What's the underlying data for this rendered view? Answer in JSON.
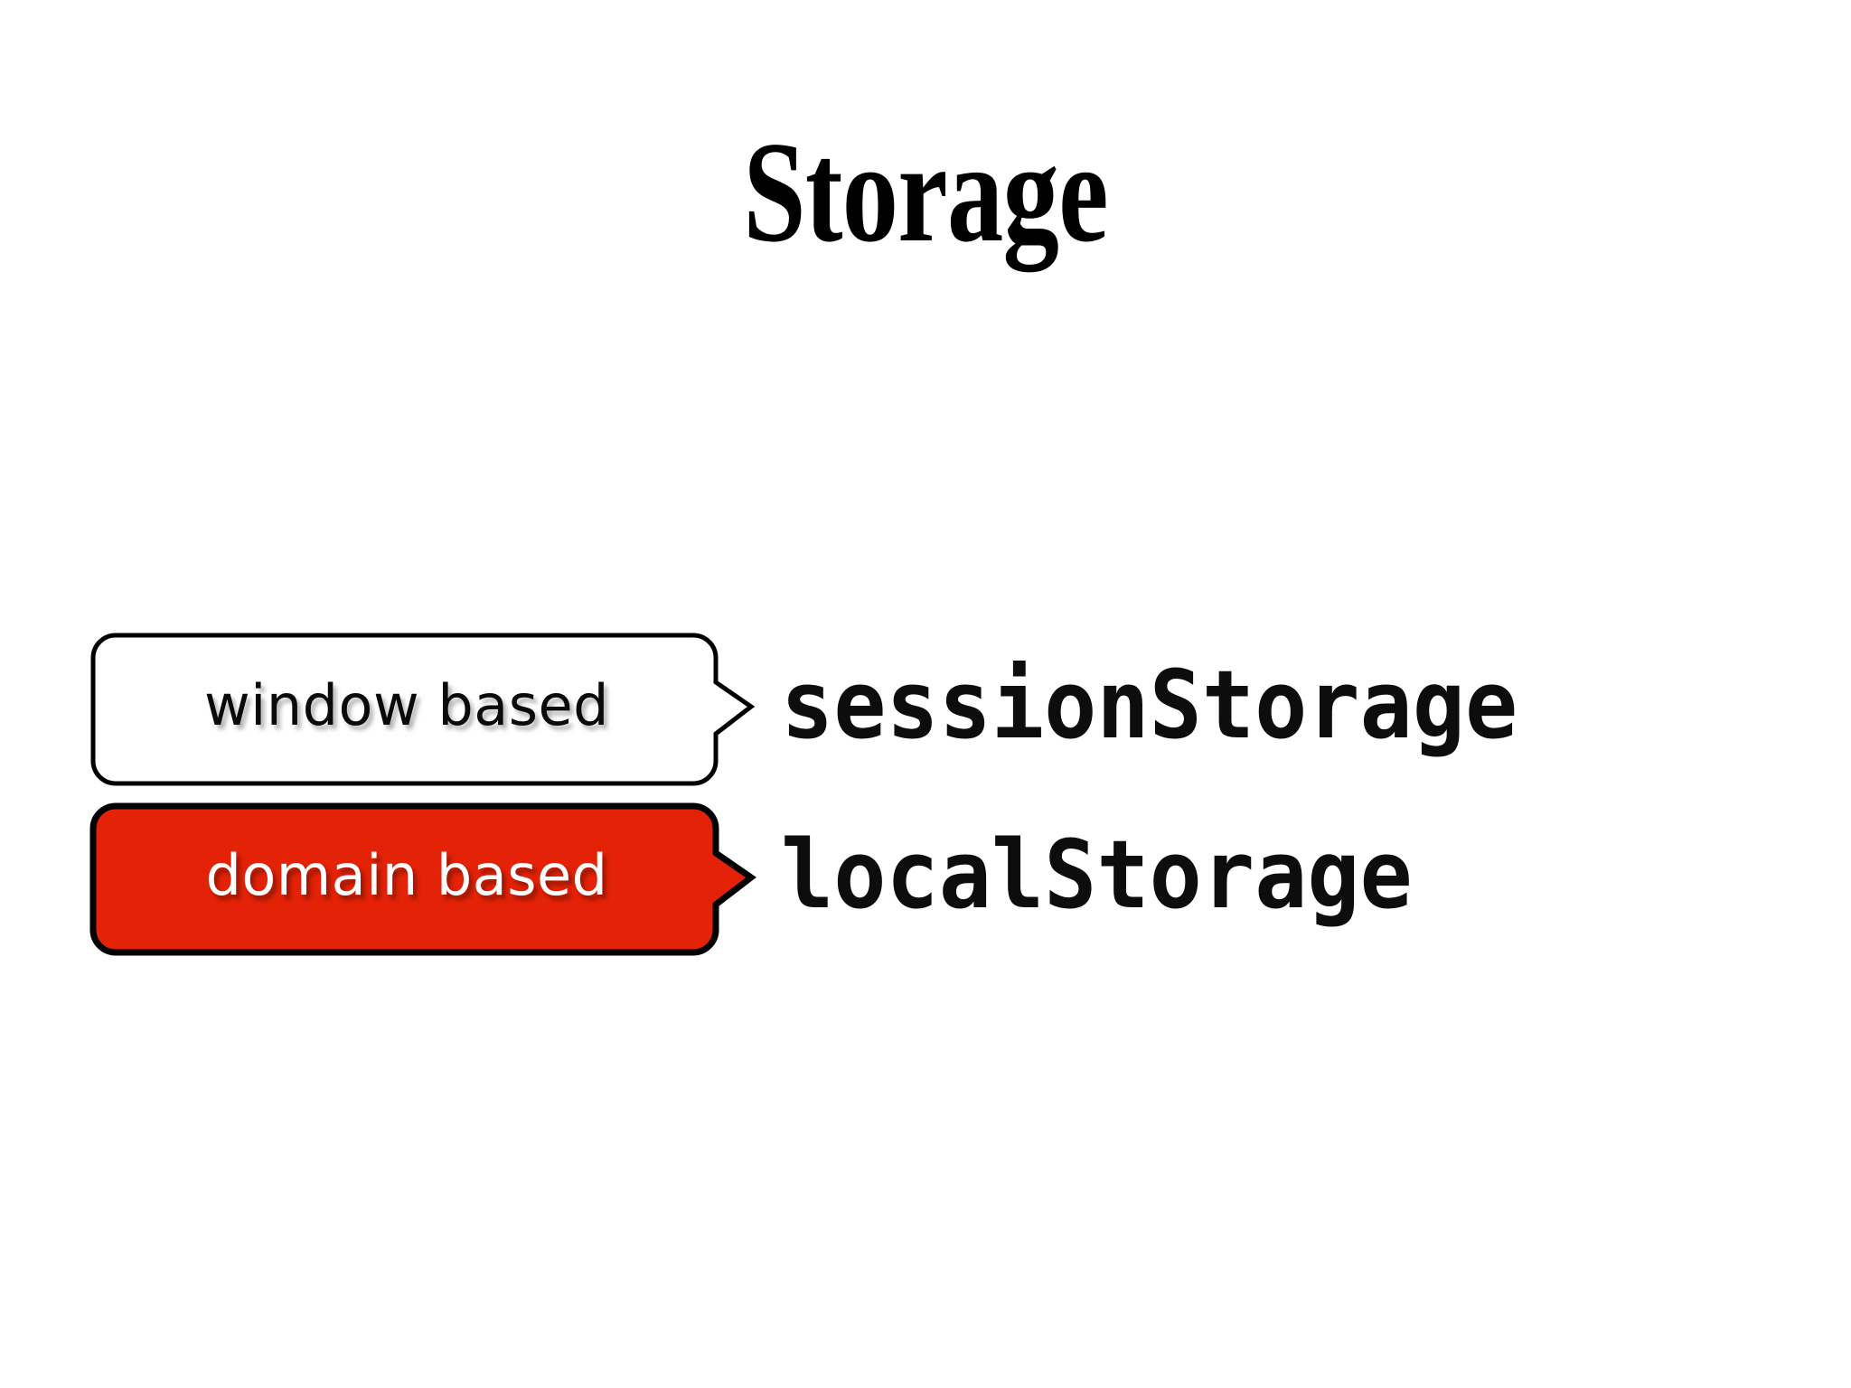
{
  "slide": {
    "title": "Storage",
    "background_color": "#ffffff",
    "title_color": "#000000"
  },
  "colors": {
    "accent_red": "#E32207",
    "outline_black": "#000000",
    "callout_white_fill": "#ffffff",
    "white_text": "#ffffff",
    "black_text": "#000000"
  },
  "rows": [
    {
      "callout_label": "window based",
      "callout_fill": "#ffffff",
      "callout_text_color": "#000000",
      "code_label": "sessionStorage"
    },
    {
      "callout_label": "domain based",
      "callout_fill": "#E32207",
      "callout_text_color": "#ffffff",
      "code_label": "localStorage"
    }
  ]
}
